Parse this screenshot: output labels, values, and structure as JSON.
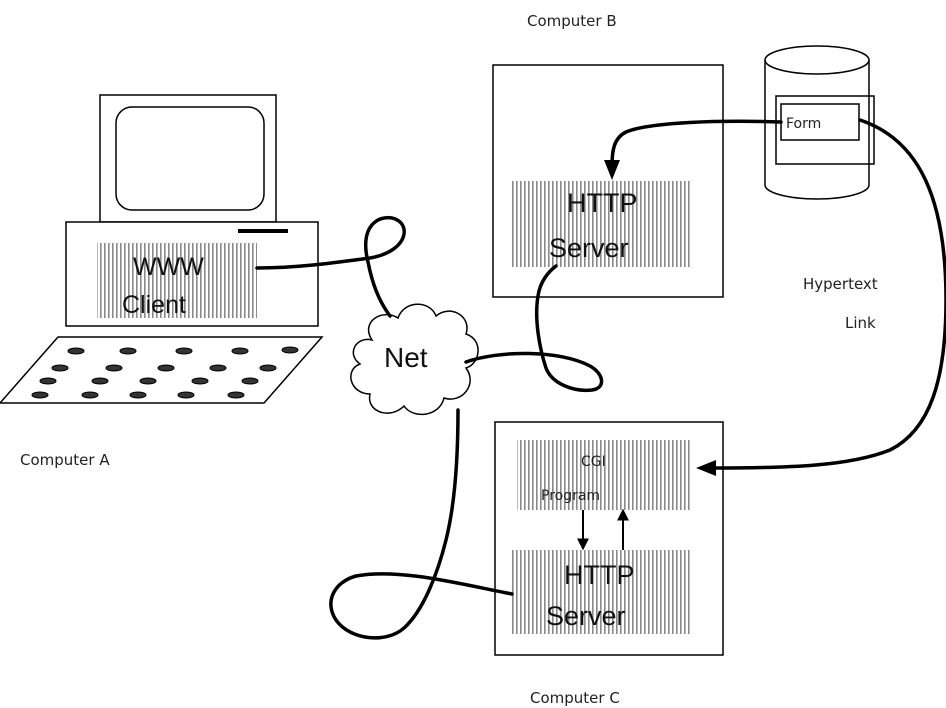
{
  "labels": {
    "computer_a": "Computer A",
    "computer_b": "Computer B",
    "computer_c": "Computer C",
    "www": "WWW",
    "client": "Client",
    "net": "Net",
    "http_b": "HTTP",
    "server_b": "Server",
    "form": "Form",
    "hypertext": "Hypertext",
    "link": "Link",
    "cgi": "CGI",
    "program": "Program",
    "http_c": "HTTP",
    "server_c": "Server"
  },
  "colors": {
    "stroke": "#000000",
    "hatch": "#888888",
    "background": "#ffffff"
  }
}
